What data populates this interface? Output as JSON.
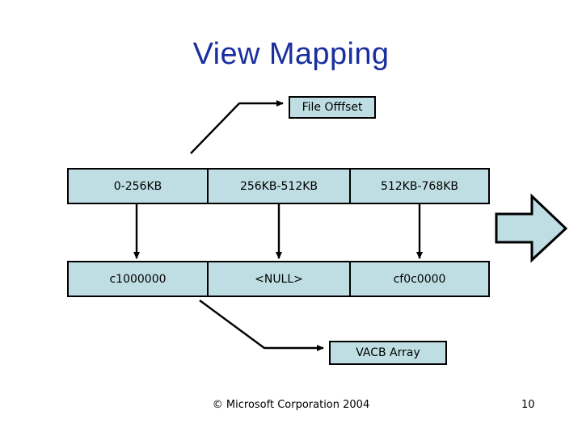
{
  "slide": {
    "title": "View Mapping",
    "page_number": "10",
    "copyright": "© Microsoft Corporation 2004",
    "colors": {
      "title_blue": "#1a2f9e",
      "box_fill": "#bfdee3",
      "box_border": "#000000",
      "background": "#ffffff"
    }
  },
  "labels": {
    "file_offset": "File  Offfset",
    "vacb_array": "VACB Array"
  },
  "table": {
    "rows": [
      {
        "name": "file-offset-ranges",
        "cells": [
          "0-256KB",
          "256KB-512KB",
          "512KB-768KB"
        ]
      },
      {
        "name": "vacb-pointers",
        "cells": [
          "c1000000",
          "<NULL>",
          "cf0c0000"
        ]
      }
    ]
  },
  "connectors": {
    "file_offset_callout": "elbow-arrow-to-file-offset-label",
    "vacb_array_callout": "elbow-arrow-to-vacb-array-label",
    "column_links": [
      "down-arrow-column-1",
      "down-arrow-column-2",
      "down-arrow-column-3"
    ],
    "flow_arrow": "right-block-arrow"
  }
}
